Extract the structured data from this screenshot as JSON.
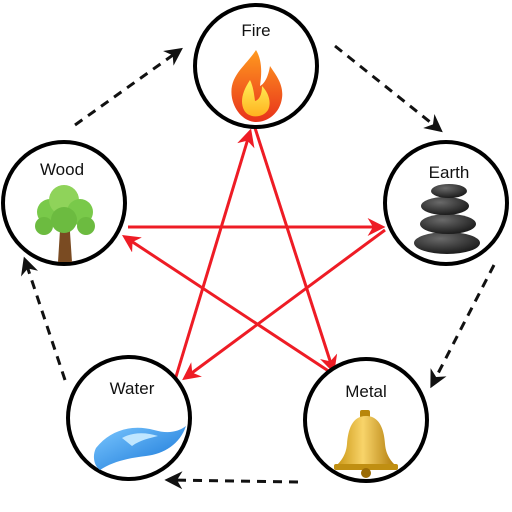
{
  "elements": {
    "fire": {
      "label": "Fire",
      "icon": "flame-icon"
    },
    "earth": {
      "label": "Earth",
      "icon": "stacked-stones-icon"
    },
    "metal": {
      "label": "Metal",
      "icon": "bell-icon"
    },
    "water": {
      "label": "Water",
      "icon": "water-wave-icon"
    },
    "wood": {
      "label": "Wood",
      "icon": "tree-icon"
    }
  },
  "generating_cycle": [
    "wood-fire",
    "fire-earth",
    "earth-metal",
    "metal-water",
    "water-wood"
  ],
  "controlling_cycle": [
    "fire-metal",
    "metal-wood",
    "wood-earth",
    "earth-water",
    "water-fire"
  ],
  "colors": {
    "generating_arrow": "#111111",
    "controlling_arrow": "#ee1c25",
    "circle_stroke": "#000000"
  }
}
